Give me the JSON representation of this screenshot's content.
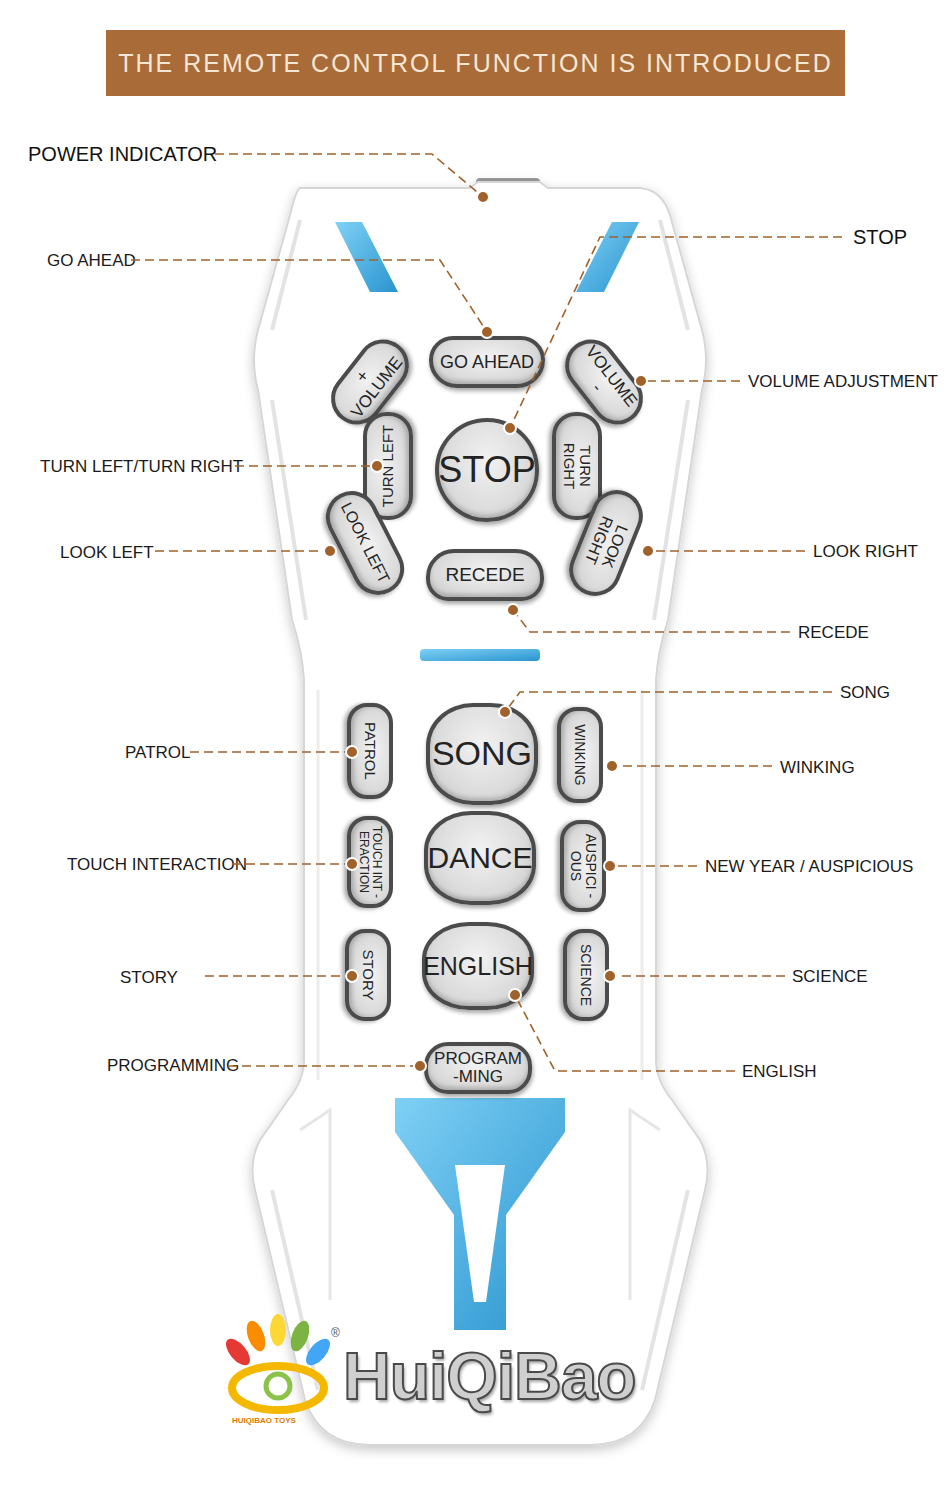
{
  "diagram": {
    "title": "THE REMOTE CONTROL FUNCTION IS INTRODUCED",
    "nodes": [
      {
        "text": [
          "+ VOLUME"
        ]
      },
      {
        "text": [
          "GO AHEAD"
        ]
      },
      {
        "text": [
          "VOLUME -"
        ]
      },
      {
        "text": [
          "TURN LEFT"
        ]
      },
      {
        "text": [
          "STOP"
        ]
      },
      {
        "text": [
          "TURN RIGHT"
        ]
      },
      {
        "text": [
          "LOOK LEFT"
        ]
      },
      {
        "text": [
          "RECEDE"
        ]
      },
      {
        "text": [
          "LOOK RIGHT"
        ]
      },
      {
        "text": [
          "PATROL"
        ]
      },
      {
        "text": [
          "SONG"
        ]
      },
      {
        "text": [
          "WINKING"
        ]
      },
      {
        "text": [
          "TOUCH INT -ERACTION"
        ]
      },
      {
        "text": [
          "DANCE"
        ]
      },
      {
        "text": [
          "AUSPICI -OUS"
        ]
      },
      {
        "text": [
          "STORY"
        ]
      },
      {
        "text": [
          "ENGLISH"
        ]
      },
      {
        "text": [
          "SCIENCE"
        ]
      },
      {
        "text": [
          "PROGRAM -MING"
        ]
      }
    ],
    "labels": [
      "POWER INDICATOR",
      "STOP",
      "GO AHEAD",
      "VOLUME ADJUSTMENT",
      "TURN LEFT/TURN RIGHT",
      "LOOK LEFT",
      "LOOK RIGHT",
      "RECEDE",
      "SONG",
      "PATROL",
      "WINKING",
      "TOUCH INTERACTION",
      "NEW YEAR / AUSPICIOUS",
      "STORY",
      "SCIENCE",
      "PROGRAMMING",
      "ENGLISH",
      "®",
      "HUIQIBAO TOYS",
      "HuiQiBao"
    ]
  }
}
